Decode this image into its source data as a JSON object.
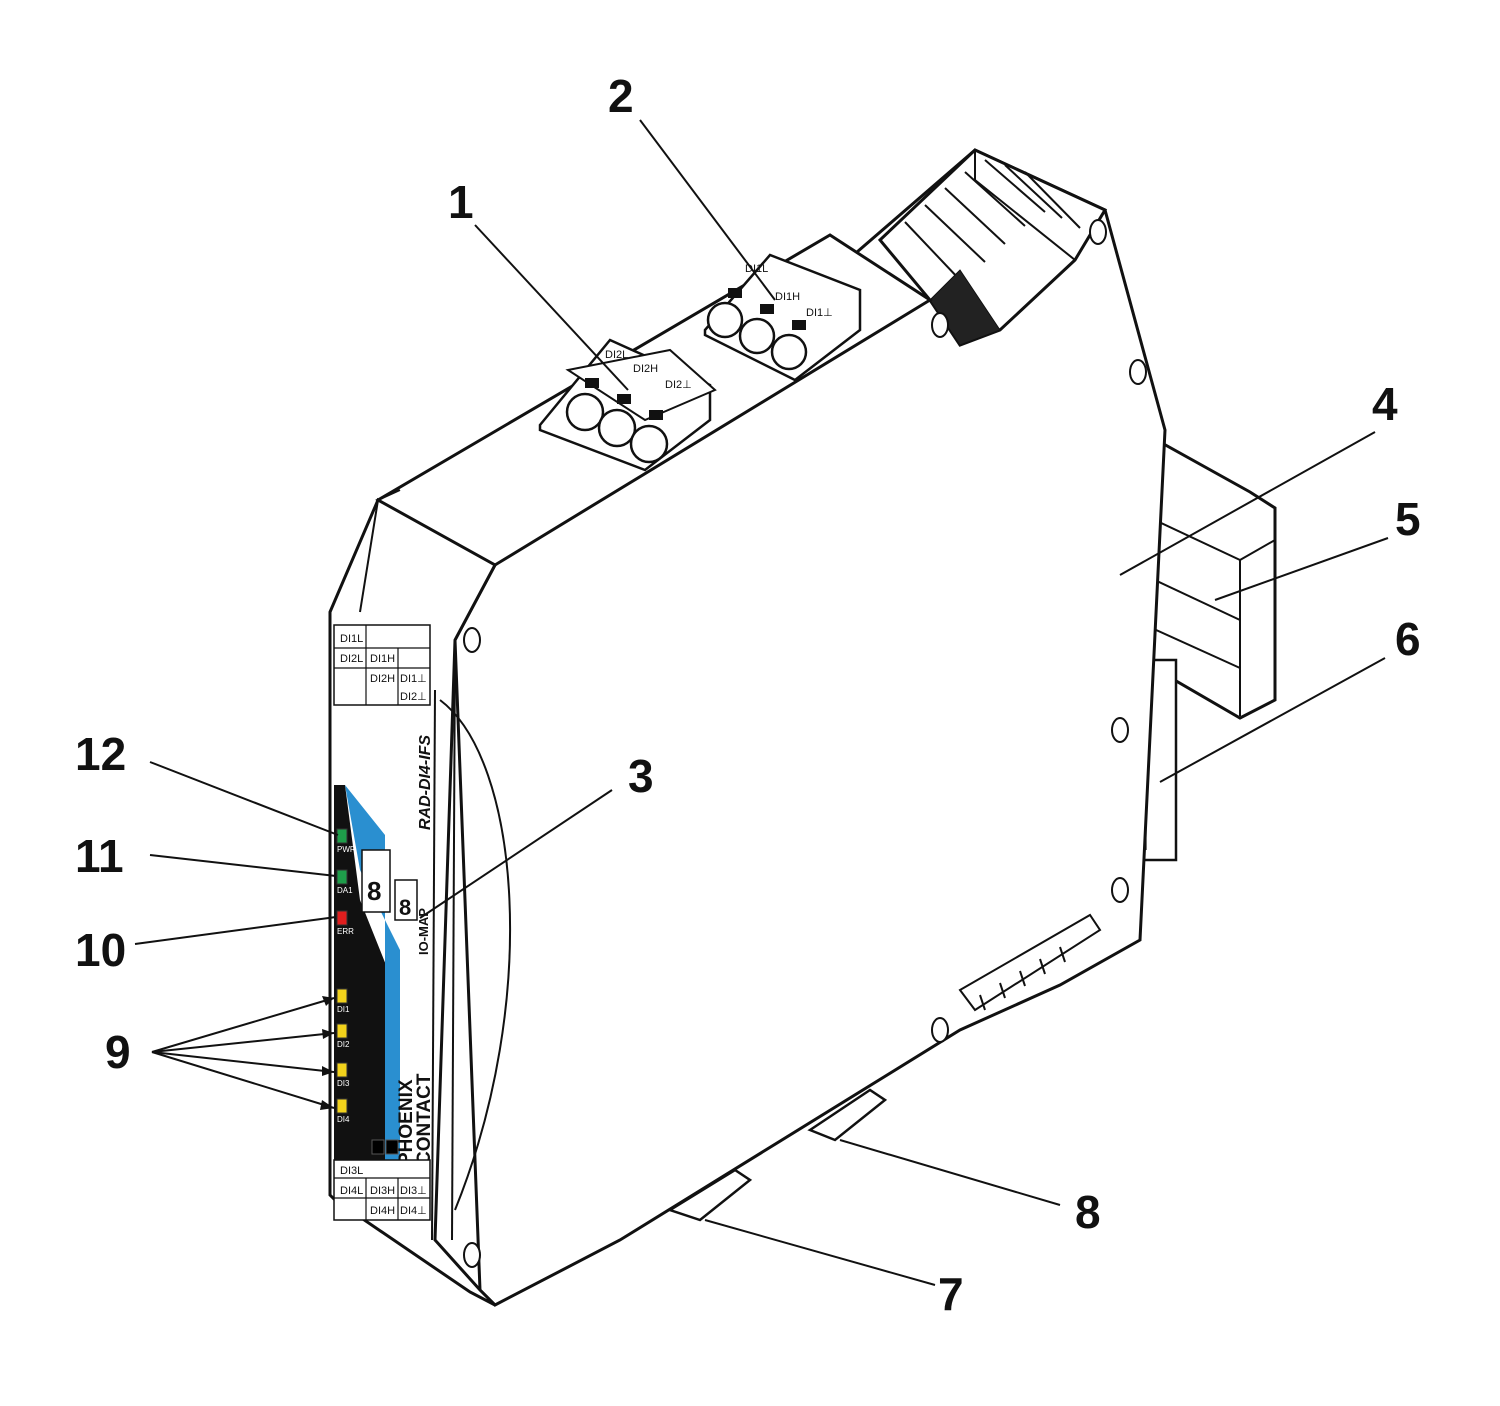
{
  "callouts": [
    "1",
    "2",
    "3",
    "4",
    "5",
    "6",
    "7",
    "8",
    "9",
    "10",
    "11",
    "12"
  ],
  "device": {
    "model": "RAD-DI4-IFS",
    "brand_line1": "PHOENIX",
    "brand_line2": "CONTACT",
    "dial_label": "IO-MAP",
    "dial_digit": "8",
    "terminal_labels_top": [
      "DI1L",
      "DI1H",
      "DI1⊥",
      "DI2L",
      "DI2H",
      "DI2⊥"
    ],
    "terminal_labels_bottom": [
      "DI3L",
      "DI3H",
      "DI3⊥",
      "DI4L",
      "DI4H",
      "DI4⊥"
    ]
  },
  "leds": [
    {
      "label": "PWR",
      "color": "#1e9e4a"
    },
    {
      "label": "DA1",
      "color": "#1e9e4a"
    },
    {
      "label": "ERR",
      "color": "#e01e1e"
    },
    {
      "label": "DI1",
      "color": "#f2d21b"
    },
    {
      "label": "DI2",
      "color": "#f2d21b"
    },
    {
      "label": "DI3",
      "color": "#f2d21b"
    },
    {
      "label": "DI4",
      "color": "#f2d21b"
    }
  ],
  "colors": {
    "stripe": "#2a8fd0",
    "panel": "#111111"
  }
}
